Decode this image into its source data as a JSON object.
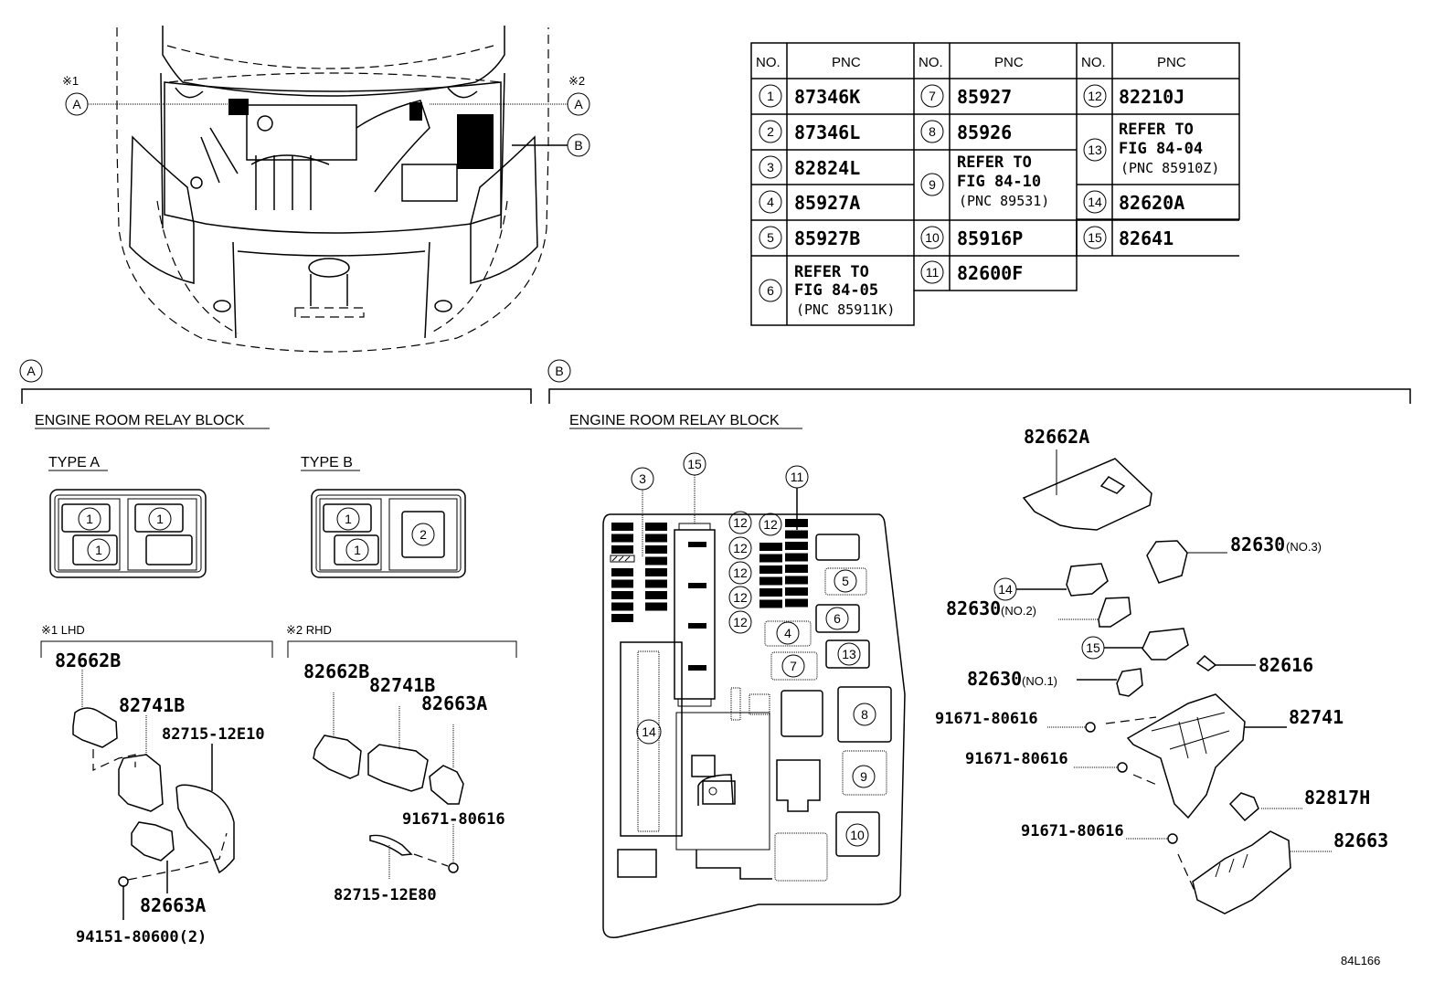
{
  "figure_id": "84L166",
  "overview": {
    "callouts": [
      {
        "mark": "※1",
        "letter": "A"
      },
      {
        "mark": "※2",
        "letter": "A"
      },
      {
        "mark": "",
        "letter": "B"
      }
    ]
  },
  "pnc_table": {
    "headers": {
      "no": "NO.",
      "pnc": "PNC"
    },
    "columns": [
      [
        {
          "no": "1",
          "pnc": "87346K"
        },
        {
          "no": "2",
          "pnc": "87346L"
        },
        {
          "no": "3",
          "pnc": "82824L"
        },
        {
          "no": "4",
          "pnc": "85927A"
        },
        {
          "no": "5",
          "pnc": "85927B"
        },
        {
          "no": "6",
          "pnc_lines": [
            "REFER TO",
            "FIG 84-05",
            "(PNC 85911K)"
          ]
        }
      ],
      [
        {
          "no": "7",
          "pnc": "85927"
        },
        {
          "no": "8",
          "pnc": "85926"
        },
        {
          "no": "9",
          "pnc_lines": [
            "REFER TO",
            "FIG 84-10",
            "(PNC 89531)"
          ]
        },
        {
          "no": "10",
          "pnc": "85916P"
        },
        {
          "no": "11",
          "pnc": "82600F"
        }
      ],
      [
        {
          "no": "12",
          "pnc": "82210J"
        },
        {
          "no": "13",
          "pnc_lines": [
            "REFER TO",
            "FIG 84-04",
            "(PNC 85910Z)"
          ]
        },
        {
          "no": "14",
          "pnc": "82620A"
        },
        {
          "no": "15",
          "pnc": "82641"
        }
      ]
    ]
  },
  "section_a": {
    "letter": "A",
    "title": "ENGINE ROOM RELAY BLOCK",
    "type_a": {
      "label": "TYPE A",
      "callouts": [
        "1",
        "1",
        "1"
      ]
    },
    "type_b": {
      "label": "TYPE B",
      "callouts": [
        "1",
        "1",
        "2"
      ]
    },
    "lhd": {
      "label": "※1 LHD",
      "parts": [
        "82662B",
        "82741B",
        "82715-12E10",
        "82663A",
        "94151-80600(2)"
      ]
    },
    "rhd": {
      "label": "※2 RHD",
      "parts": [
        "82662B",
        "82741B",
        "82663A",
        "91671-80616",
        "82715-12E80"
      ]
    }
  },
  "section_b": {
    "letter": "B",
    "title": "ENGINE ROOM RELAY BLOCK",
    "block_callouts": [
      "3",
      "15",
      "11",
      "12",
      "12",
      "12",
      "12",
      "12",
      "12",
      "4",
      "5",
      "6",
      "13",
      "7",
      "8",
      "9",
      "10",
      "14"
    ],
    "exploded_parts": {
      "cover": "82662A",
      "no3": {
        "pn": "82630",
        "suffix": "(NO.3)"
      },
      "callout14": "14",
      "no2": {
        "pn": "82630",
        "suffix": "(NO.2)"
      },
      "callout15": "15",
      "p82616": "82616",
      "no1": {
        "pn": "82630",
        "suffix": "(NO.1)"
      },
      "bolt1": "91671-80616",
      "p82741": "82741",
      "bolt2": "91671-80616",
      "p82817H": "82817H",
      "bolt3": "91671-80616",
      "p82663": "82663"
    }
  }
}
